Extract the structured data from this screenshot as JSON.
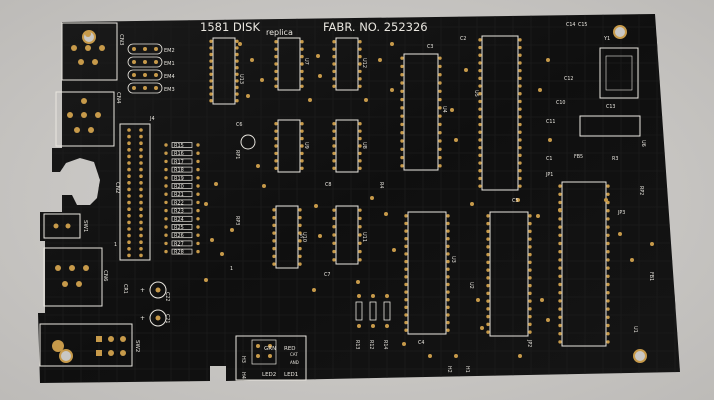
{
  "board": {
    "title": "1581 DISK",
    "title_sub": "replica",
    "fabr": "FABR. NO. 252326"
  },
  "connectors": {
    "cn3": "CN3",
    "cn4": "CN4",
    "cn2": "CN2",
    "cn6": "CN6",
    "sw1": "SW1",
    "sw2": "SW2",
    "j4": "J4"
  },
  "chips": {
    "u13": "U13",
    "u12": "U12",
    "u7": "U7",
    "u8": "U8",
    "u9": "U9",
    "u10": "U10",
    "u11": "U11",
    "u4": "U4",
    "u5": "U5",
    "u3": "U3",
    "u2": "U2",
    "u1": "U1",
    "u6": "U6"
  },
  "resistors": [
    "R15",
    "R16",
    "R17",
    "R18",
    "R19",
    "R20",
    "R21",
    "R22",
    "R23",
    "R24",
    "R25",
    "R26",
    "R27",
    "R28"
  ],
  "passives": {
    "c1": "C1",
    "c2": "C2",
    "c3": "C3",
    "c4": "C4",
    "c5": "C5",
    "c6": "C6",
    "c7": "C7",
    "c8": "C8",
    "c10": "C10",
    "c11": "C11",
    "c12": "C12",
    "c13": "C13",
    "c14": "C14",
    "c15": "C15",
    "c21": "C21",
    "c22": "C22",
    "r3": "R3",
    "r4": "R4",
    "r12": "R12",
    "r13": "R13",
    "r14": "R14",
    "rp1": "RP1",
    "rp2": "RP2",
    "rp3": "RP3",
    "fb1": "FB1",
    "fb5": "FB5",
    "cr1": "CR1",
    "y1": "Y1",
    "jp1": "JP1",
    "jp2": "JP2",
    "jp3": "JP3"
  },
  "pins": {
    "em1": "EM1",
    "em2": "EM2",
    "em3": "EM3",
    "em4": "EM4",
    "h1": "H1",
    "h2": "H2",
    "h3": "H3",
    "h4": "H4",
    "one": "1",
    "plus": "+",
    "pin5": "5"
  },
  "led_area": {
    "grn": "GRN",
    "red": "RED",
    "cat": "CAT",
    "and": "AND",
    "led2": "LED2",
    "led1": "LED1"
  },
  "colors": {
    "background": "#c9c7c4",
    "board": "#111111",
    "silkscreen": "#e9e6df",
    "pad": "#c79a4a",
    "trace": "#1e1e1e"
  }
}
